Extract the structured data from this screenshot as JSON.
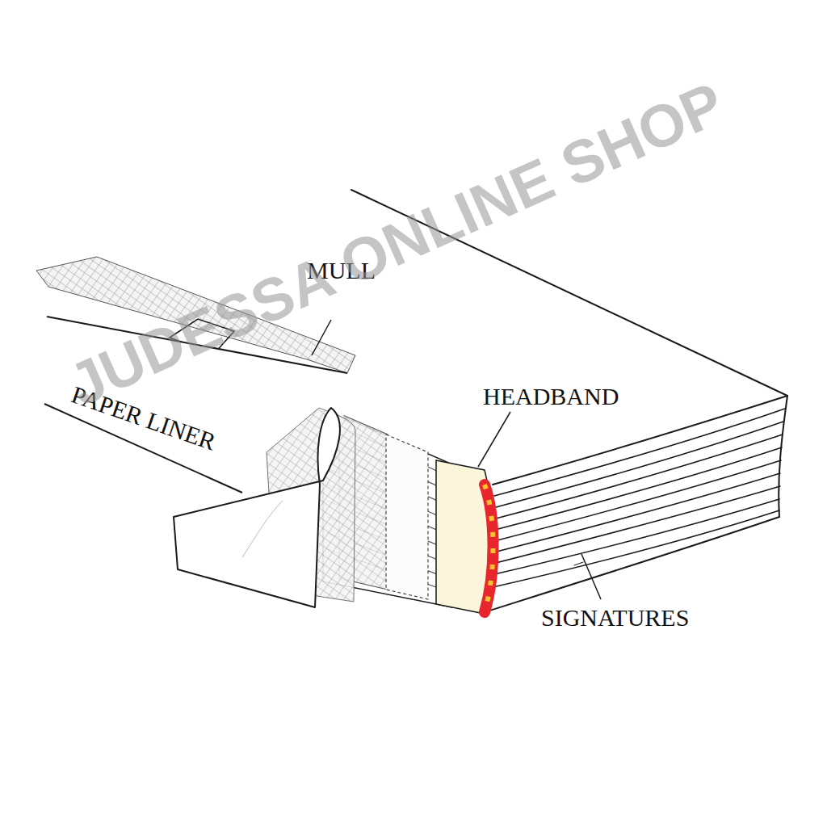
{
  "diagram": {
    "labels": [
      "MULL",
      "PAPER LINER",
      "HEADBAND",
      "SIGNATURES",
      "JUDESSA ONLINE SHOP"
    ]
  }
}
